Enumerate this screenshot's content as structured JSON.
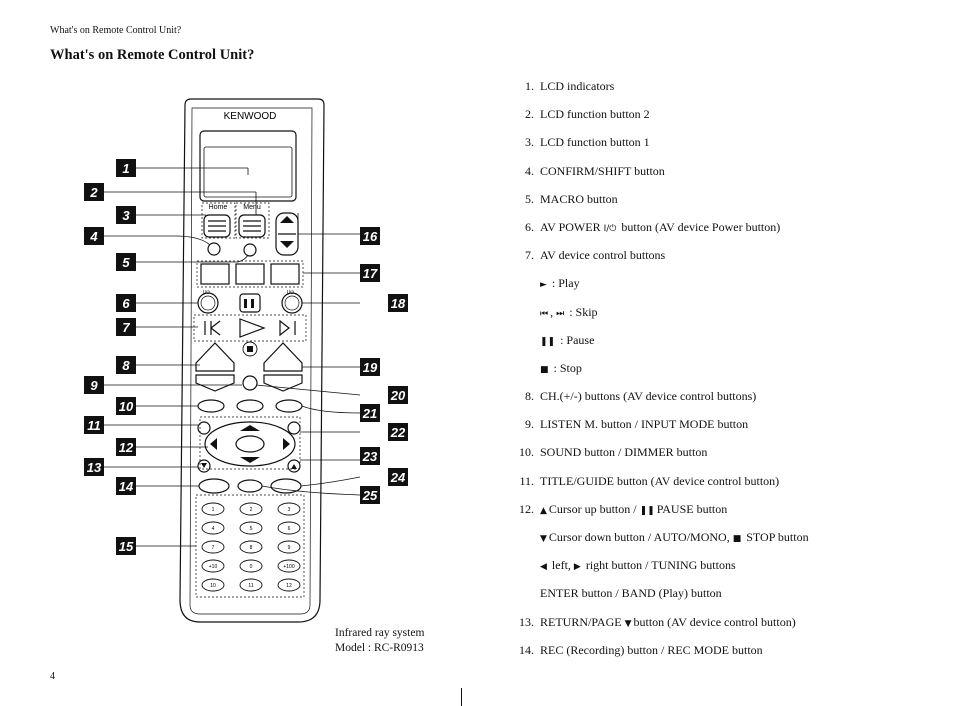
{
  "header": {
    "running_head": "What's on Remote Control Unit?",
    "title": "What's on Remote Control Unit?"
  },
  "remote": {
    "brand": "KENWOOD",
    "lcd_labels": [
      "Home",
      "Menu"
    ],
    "power_marks": [
      "I/⏻",
      "I/⏻"
    ],
    "numeric_keys": [
      "1",
      "2",
      "3",
      "4",
      "5",
      "6",
      "7",
      "8",
      "9",
      "+10",
      "0",
      "+100",
      "10",
      "11",
      "12"
    ],
    "callouts": [
      "1",
      "2",
      "3",
      "4",
      "5",
      "6",
      "7",
      "8",
      "9",
      "10",
      "11",
      "12",
      "13",
      "14",
      "15",
      "16",
      "17",
      "18",
      "19",
      "20",
      "21",
      "22",
      "23",
      "24",
      "25"
    ]
  },
  "caption": {
    "line1": "Infrared ray system",
    "line2": "Model : RC-R0913"
  },
  "page_number": "4",
  "legend": [
    {
      "num": "1.",
      "text": "LCD indicators"
    },
    {
      "num": "2.",
      "text": "LCD function button 2"
    },
    {
      "num": "3.",
      "text": "LCD function button 1"
    },
    {
      "num": "4.",
      "text": "CONFIRM/SHIFT button"
    },
    {
      "num": "5.",
      "text": "MACRO button"
    },
    {
      "num": "6.",
      "text_a": "AV POWER ",
      "glyph": "I/⏻",
      "text_b": " button (AV device Power button)"
    },
    {
      "num": "7.",
      "text": "AV device control buttons"
    },
    {
      "num": "",
      "glyph": "►",
      "text": " : Play"
    },
    {
      "num": "",
      "glyph": "⏮",
      "glyph2": "⏭",
      "text": " : Skip"
    },
    {
      "num": "",
      "glyph": "❚❚",
      "text": " : Pause"
    },
    {
      "num": "",
      "glyph": "■",
      "text": " : Stop"
    },
    {
      "num": "8.",
      "text": "CH.(+/-) buttons (AV device control buttons)"
    },
    {
      "num": "9.",
      "text": "LISTEN M. button / INPUT MODE button"
    },
    {
      "num": "10.",
      "text": "SOUND button / DIMMER button"
    },
    {
      "num": "11.",
      "text": "TITLE/GUIDE button (AV device control button)"
    },
    {
      "num": "12.",
      "glyph": "▲",
      "text_a": "Cursor up button / ",
      "glyph2": "❚❚",
      "text_b": "PAUSE button"
    },
    {
      "num": "",
      "glyph": "▼",
      "text_a": "Cursor down button / AUTO/MONO, ",
      "glyph2": "■",
      "text_b": " STOP button"
    },
    {
      "num": "",
      "glyph": "◀",
      "text_a": " left, ",
      "glyph2": "▶",
      "text_b": " right button / TUNING buttons"
    },
    {
      "num": "",
      "text": "ENTER button / BAND (Play) button"
    },
    {
      "num": "13.",
      "text_a": "RETURN/PAGE ",
      "glyph": "▼",
      "text_b": "button (AV device control button)"
    },
    {
      "num": "14.",
      "text": "REC (Recording) button / REC MODE button"
    }
  ]
}
